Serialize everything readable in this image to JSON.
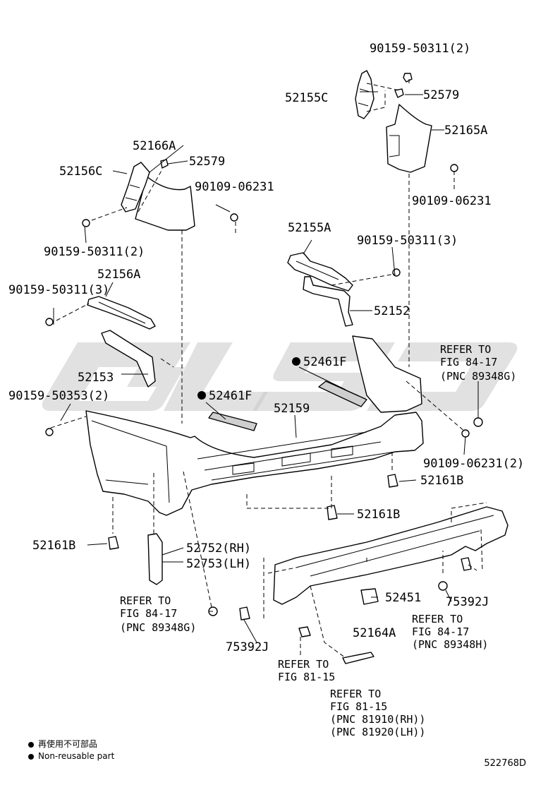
{
  "labels": {
    "p90159_50311_2_top": "90159-50311(2)",
    "p52155C": "52155C",
    "p52579_top": "52579",
    "p52165A": "52165A",
    "p90109_06231_top": "90109-06231",
    "p52166A": "52166A",
    "p52579_left": "52579",
    "p52156C": "52156C",
    "p90109_06231_left": "90109-06231",
    "p90159_50311_2_left": "90159-50311(2)",
    "p52155A": "52155A",
    "p90159_50311_3_mid": "90159-50311(3)",
    "p52156A": "52156A",
    "p90159_50311_3_left": "90159-50311(3)",
    "p52152": "52152",
    "p52461F_right": "52461F",
    "p52461F_left": "52461F",
    "p52153": "52153",
    "p90159_50353_2": "90159-50353(2)",
    "p52159": "52159",
    "p90109_06231_2": "90109-06231(2)",
    "p52161B_right": "52161B",
    "p52161B_mid": "52161B",
    "p52161B_left": "52161B",
    "p52752": "52752(RH)",
    "p52753": "52753(LH)",
    "p52451": "52451",
    "p75392J_right": "75392J",
    "p52164A": "52164A",
    "p75392J_left": "75392J"
  },
  "refers": {
    "r1": [
      "REFER TO",
      "FIG 84-17",
      "(PNC 89348G)"
    ],
    "r2": [
      "REFER TO",
      "FIG 84-17",
      "(PNC 89348G)"
    ],
    "r3": [
      "REFER TO",
      "FIG 84-17",
      "(PNC 89348H)"
    ],
    "r4": [
      "REFER TO",
      "FIG 81-15"
    ],
    "r5": [
      "REFER TO",
      "FIG 81-15",
      "(PNC 81910(RH))",
      "(PNC 81920(LH))"
    ]
  },
  "legend": {
    "line_cn": "再使用不可部品",
    "line_en": "Non-reusable part"
  },
  "drawing_code": "522768D"
}
